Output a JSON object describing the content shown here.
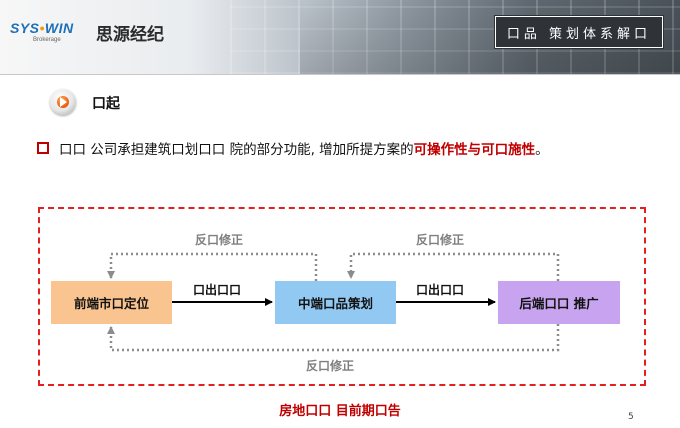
{
  "header": {
    "logo_brand_left": "SYS",
    "logo_brand_dot": "•",
    "logo_brand_right": "WIN",
    "logo_sub": "Brokerage",
    "logo_cn": "思源经纪",
    "title": "口品 策划体系解口"
  },
  "section": {
    "title": "口起"
  },
  "bullet": {
    "text_normal": "口口 公司承担建筑口划口口 院的部分功能, 增加所提方案的",
    "text_highlight": "可操作性与可口施性",
    "text_end": "。"
  },
  "diagram": {
    "boxes": [
      {
        "label": "前端市口定位",
        "color": "#f9c48f"
      },
      {
        "label": "中端口品策划",
        "color": "#92c9f3"
      },
      {
        "label": "后端口口 推广",
        "color": "#c8a4f0"
      }
    ],
    "output_labels": [
      "口出口口",
      "口出口口"
    ],
    "feedback_labels": [
      "反口修正",
      "反口修正",
      "反口修正"
    ],
    "caption": "房地口口 目前期口告"
  },
  "page_number": "5",
  "colors": {
    "accent_red": "#c00000",
    "frame_red": "#e31f1f",
    "feedback_gray": "#8c8c8c"
  }
}
